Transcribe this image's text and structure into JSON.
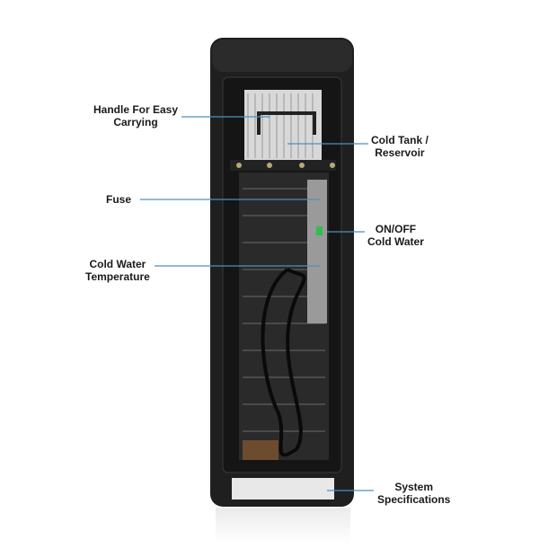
{
  "callouts": {
    "handle": [
      "Handle For Easy",
      "Carrying"
    ],
    "cold_tank": [
      "Cold Tank /",
      "Reservoir"
    ],
    "fuse": [
      "Fuse"
    ],
    "on_off": [
      "ON/OFF",
      "Cold Water"
    ],
    "temperature": [
      "Cold Water",
      "Temperature"
    ],
    "specs": [
      "System",
      "Specifications"
    ]
  },
  "colors": {
    "leader": "#4f8fbf",
    "body": "#1f1f1f",
    "switch": "#2fbf4f"
  }
}
